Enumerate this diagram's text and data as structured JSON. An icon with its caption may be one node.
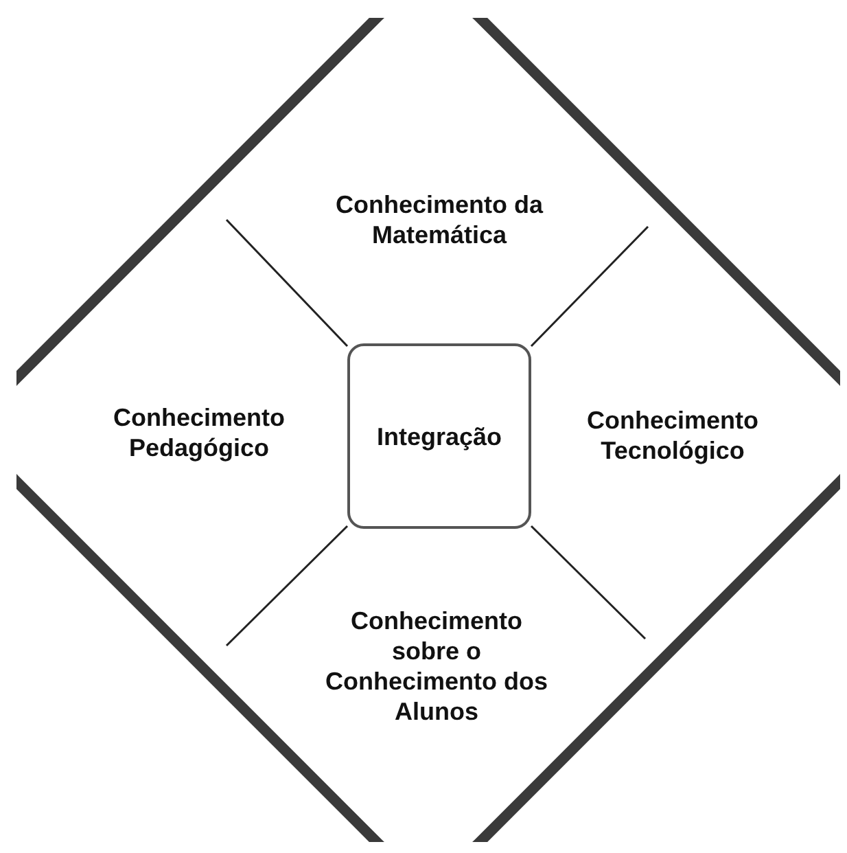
{
  "diagram": {
    "nodes": [
      {
        "text": [],
        "shape": "diamond"
      },
      {
        "text": [
          "Conhecimento da Matemática"
        ],
        "in": 0
      },
      {
        "text": [
          "Conhecimento Pedagógico"
        ],
        "in": 0
      },
      {
        "text": [
          "Integração"
        ],
        "in": 0
      },
      {
        "text": [
          "Conhecimento Tecnológico"
        ],
        "in": 0
      },
      {
        "text": [
          "Conhecimento sobre o Conhecimento dos Alunos"
        ],
        "in": 0
      }
    ],
    "edges": []
  }
}
